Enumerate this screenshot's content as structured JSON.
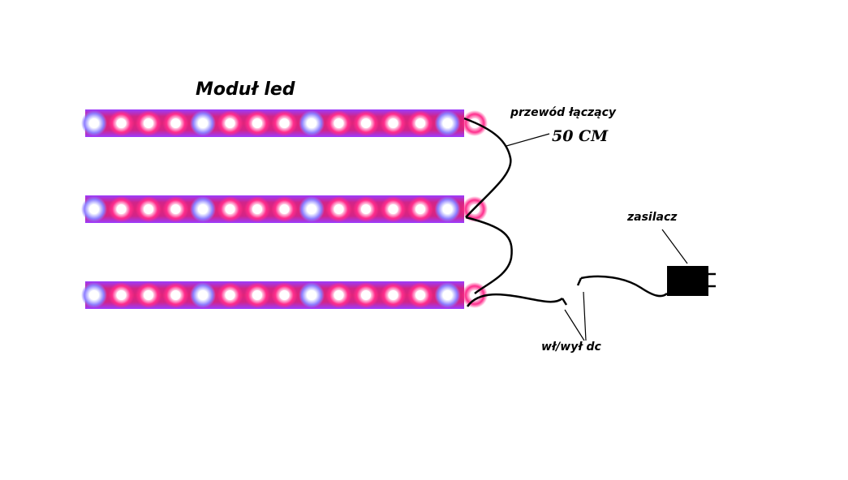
{
  "labels": {
    "module": "Moduł led",
    "cable": "przewód łączący",
    "length": "50 CM",
    "power_supply": "zasilacz",
    "switch": "wł/wył dc"
  },
  "strip": {
    "led_pattern": [
      "blue",
      "pink",
      "pink",
      "pink",
      "blue",
      "pink",
      "pink",
      "pink",
      "blue",
      "pink",
      "pink",
      "pink",
      "pink",
      "blue",
      "pink"
    ],
    "count": 3
  },
  "colors": {
    "strip_base": "#e0247a",
    "strip_glow": "#7a3cff",
    "led_pink": "#ff2d8c",
    "led_blue": "#9a8cff",
    "led_core": "#ffffff",
    "wire": "#000000"
  },
  "icons": {
    "power_supply": "power-adapter-icon",
    "switch": "dc-switch-icon"
  }
}
